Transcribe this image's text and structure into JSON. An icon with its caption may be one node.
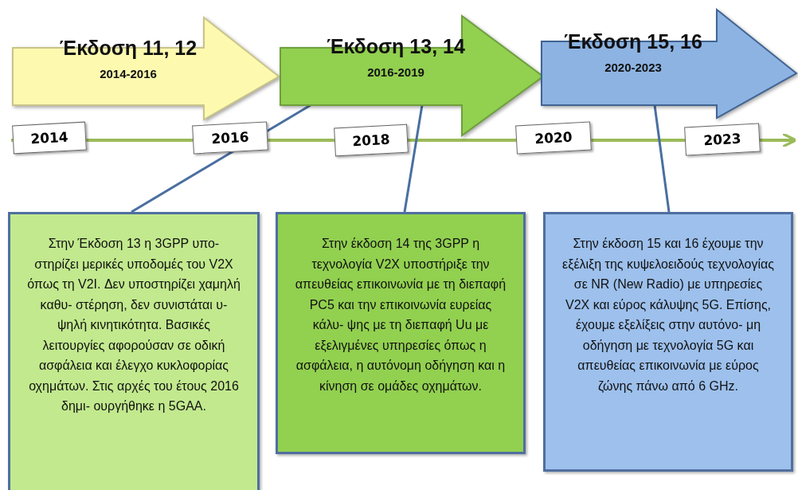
{
  "diagram": {
    "nodes": [
      {
        "text": [
          "Έκδοση 11, 12",
          "2014-2016"
        ]
      },
      {
        "text": [
          "Έκδοση 13, 14",
          "2016-2019"
        ]
      },
      {
        "text": [
          "Έκδοση 15, 16",
          "2020-2023"
        ]
      },
      {
        "text": [
          "2014"
        ]
      },
      {
        "text": [
          "2016"
        ]
      },
      {
        "text": [
          "2018"
        ]
      },
      {
        "text": [
          "2020"
        ]
      },
      {
        "text": [
          "2023"
        ]
      },
      {
        "text": [
          "Στην Έκδοση 13 η 3GPP υπο- στηρίζει μερικές υποδομές του V2X όπως τη V2I. Δεν υποστηρίζει χαμηλή καθυ- στέρηση, δεν συνιστάται υ- ψηλή κινητικότητα. Βασικές λειτουργίες αφορούσαν σε οδική ασφάλεια και έλεγχο κυκλοφορίας οχημάτων. Στις αρχές του έτους 2016 δημι- ουργήθηκε η 5GAA."
        ]
      },
      {
        "text": [
          "Στην έκδοση 14 της 3GPP η τεχνολογία V2X υποστήριξε την απευθείας επικοινωνία με τη διεπαφή PC5 και την επικοινωνία ευρείας κάλυ- ψης με τη διεπαφή Uu με εξελιγμένες υπηρεσίες όπως η ασφάλεια, η αυτόνομη οδήγηση και η κίνηση σε ομάδες οχημάτων."
        ]
      },
      {
        "text": [
          "Στην έκδοση 15 και 16 έχουμε την εξέλιξη της κυψελοειδούς τεχνολογίας σε NR (New Radio) με υπηρεσίες V2X και εύρος κάλυψης 5G. Επίσης, έχουμε εξελίξεις στην αυτόνο- μη οδήγηση με τεχνολογία 5G και απευθείας επικοινωνία με εύρος ζώνης πάνω από 6 GHz."
        ]
      }
    ],
    "edges": [
      {
        "from": 1,
        "to": 8,
        "arrow": "none"
      },
      {
        "from": 1,
        "to": 9,
        "arrow": "none"
      },
      {
        "from": 2,
        "to": 10,
        "arrow": "none"
      }
    ]
  }
}
